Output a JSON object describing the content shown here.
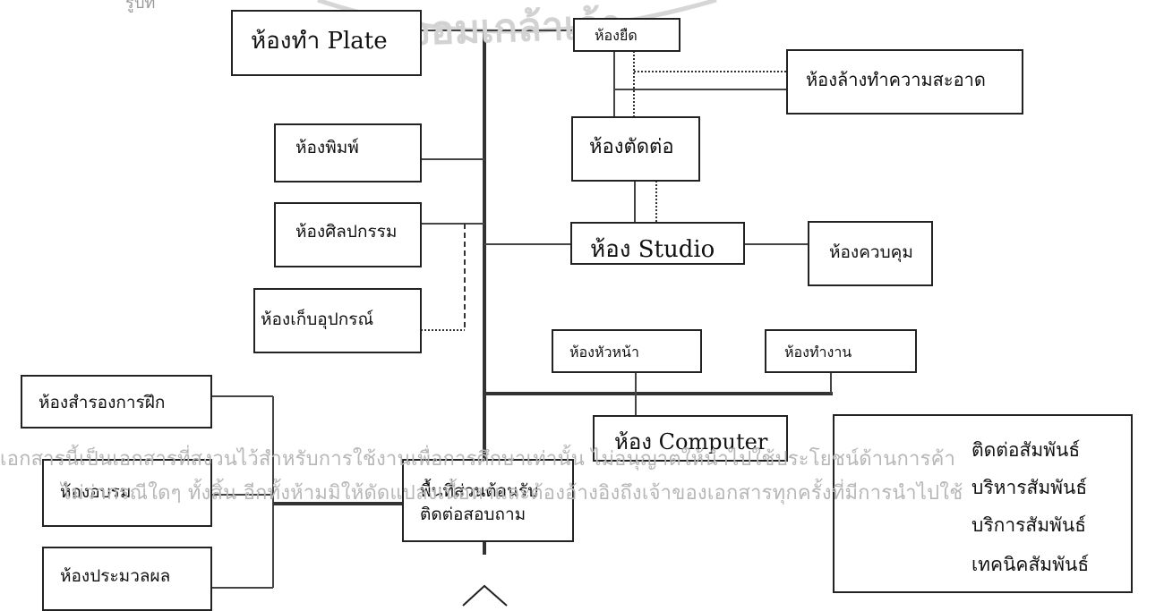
{
  "rooms": {
    "plate": "ห้องทำ Plate",
    "drying": "ห้องยืด",
    "cleaning": "ห้องล้างทำความสะอาด",
    "printing": "ห้องพิมพ์",
    "editing": "ห้องตัดต่อ",
    "art": "ห้องศิลปกรรม",
    "studio": "ห้อง Studio",
    "control": "ห้องควบคุม",
    "equipment": "ห้องเก็บอุปกรณ์",
    "head": "ห้องหัวหน้า",
    "work": "ห้องทำงาน",
    "computer": "ห้อง Computer",
    "training_reserve": "ห้องสำรองการฝึก",
    "training": "ห้องอบรม",
    "processing": "ห้องประมวลผล",
    "reception": "พื้นที่ส่วนต้อนรับ ติดต่อสอบถาม"
  },
  "legend": {
    "contact": "ติดต่อสัมพันธ์",
    "admin": "บริหารสัมพันธ์",
    "service": "บริการสัมพันธ์",
    "technical": "เทคนิคสัมพันธ์"
  },
  "watermark": {
    "line1": "เอกสารนี้เป็นเอกสารที่สงวนไว้สำหรับการใช้งานเพื่อการศึกษาเท่านั้น ไม่อนุญาตให้นำไปใช้ประโยชน์ด้านการค้า",
    "line2": "ไม่ว่ากรณีใดๆ ทั้งสิ้น อีกทั้งห้ามมิให้ดัดแปลงเนื้อหาและต้องอ้างอิงถึงเจ้าของเอกสารทุกครั้งที่มีการนำไปใช้",
    "arc": "จอมเกล้าเจ้า",
    "corner": "รูปที่"
  }
}
